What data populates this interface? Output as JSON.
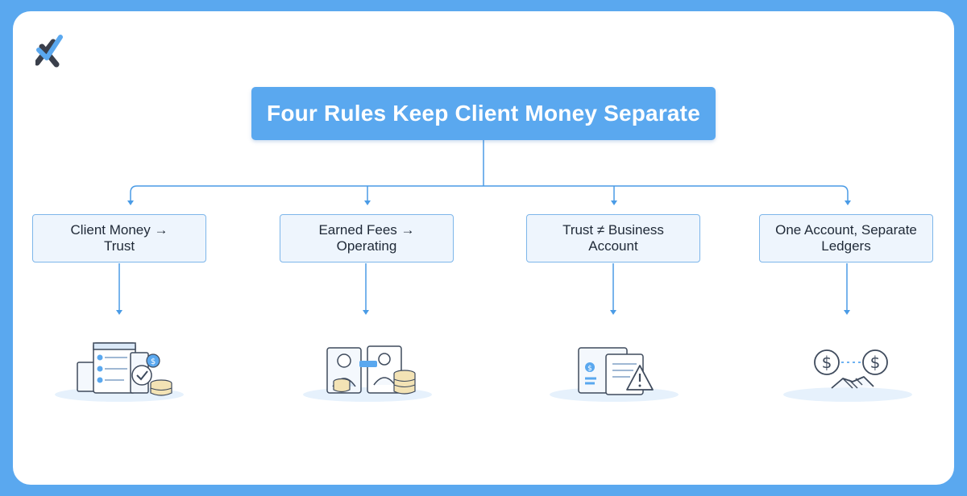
{
  "title": "Four Rules Keep Client Money Separate",
  "colors": {
    "accent": "#5aa8ef",
    "box_fill": "#eef5fd",
    "box_border": "#7db6ea",
    "connector": "#4a9be6",
    "logo_dark": "#3a3f4b"
  },
  "rules": [
    {
      "line1": "Client Money →",
      "line2": "Trust",
      "icon": "documents-checklist-coins-icon"
    },
    {
      "line1": "Earned Fees →",
      "line2": "Operating",
      "icon": "people-transfer-coins-icon"
    },
    {
      "line1": "Trust ≠ Business",
      "line2": "Account",
      "icon": "statement-warning-icon"
    },
    {
      "line1": "One Account, Separate",
      "line2": "Ledgers",
      "icon": "dollar-handshake-icon"
    }
  ]
}
